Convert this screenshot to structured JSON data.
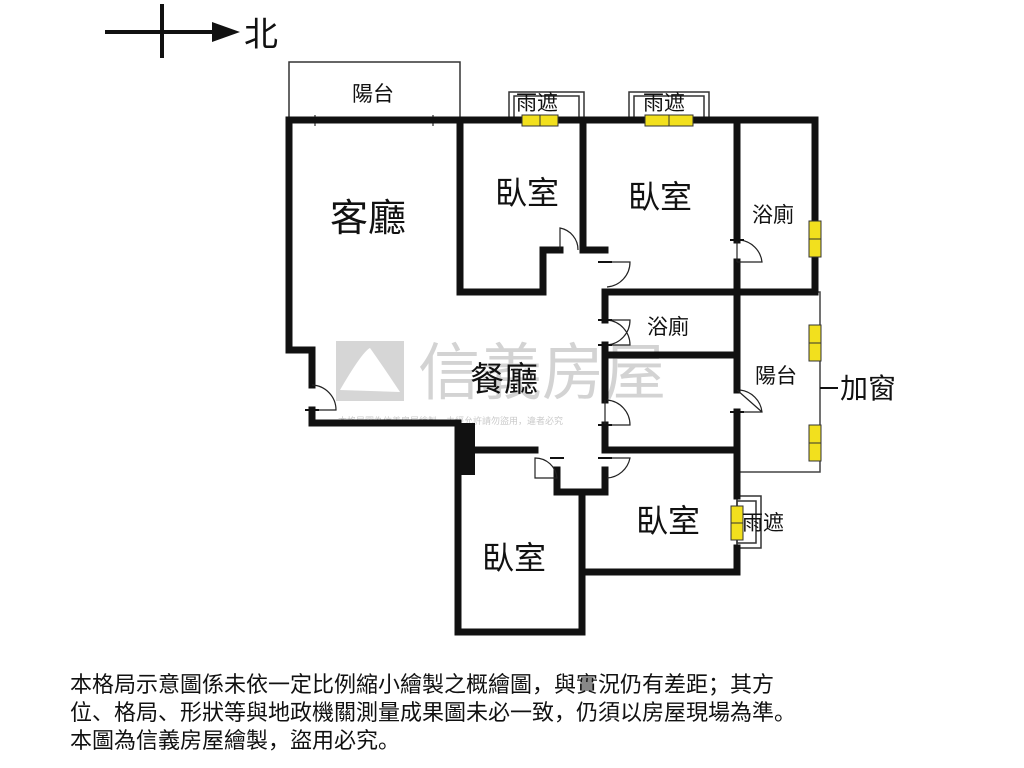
{
  "compass": {
    "direction": "北"
  },
  "rooms": {
    "balcony_top": "陽台",
    "living_room": "客廳",
    "bedroom_1": "臥室",
    "bedroom_2": "臥室",
    "bathroom_1": "浴廁",
    "bathroom_2": "浴廁",
    "dining_room": "餐廳",
    "balcony_side": "陽台",
    "bedroom_3": "臥室",
    "bedroom_4": "臥室"
  },
  "awnings": [
    "雨遮",
    "雨遮",
    "雨遮"
  ],
  "extra_window": "加窗",
  "watermark": {
    "brand": "信義房屋",
    "small_text": "本格局圖為信義房屋繪製，未經允許請勿盜用，違者必究"
  },
  "disclaimer": [
    "本格局示意圖係未依一定比例縮小繪製之概繪圖，與實況仍有差距；其方",
    "位、格局、形狀等與地政機關測量成果圖未必一致，仍須以房屋現場為準。",
    "本圖為信義房屋繪製，盜用必究。"
  ],
  "colors": {
    "wall": "#111111",
    "window": "#f2e01e",
    "watermark": "#c8c8c8"
  }
}
